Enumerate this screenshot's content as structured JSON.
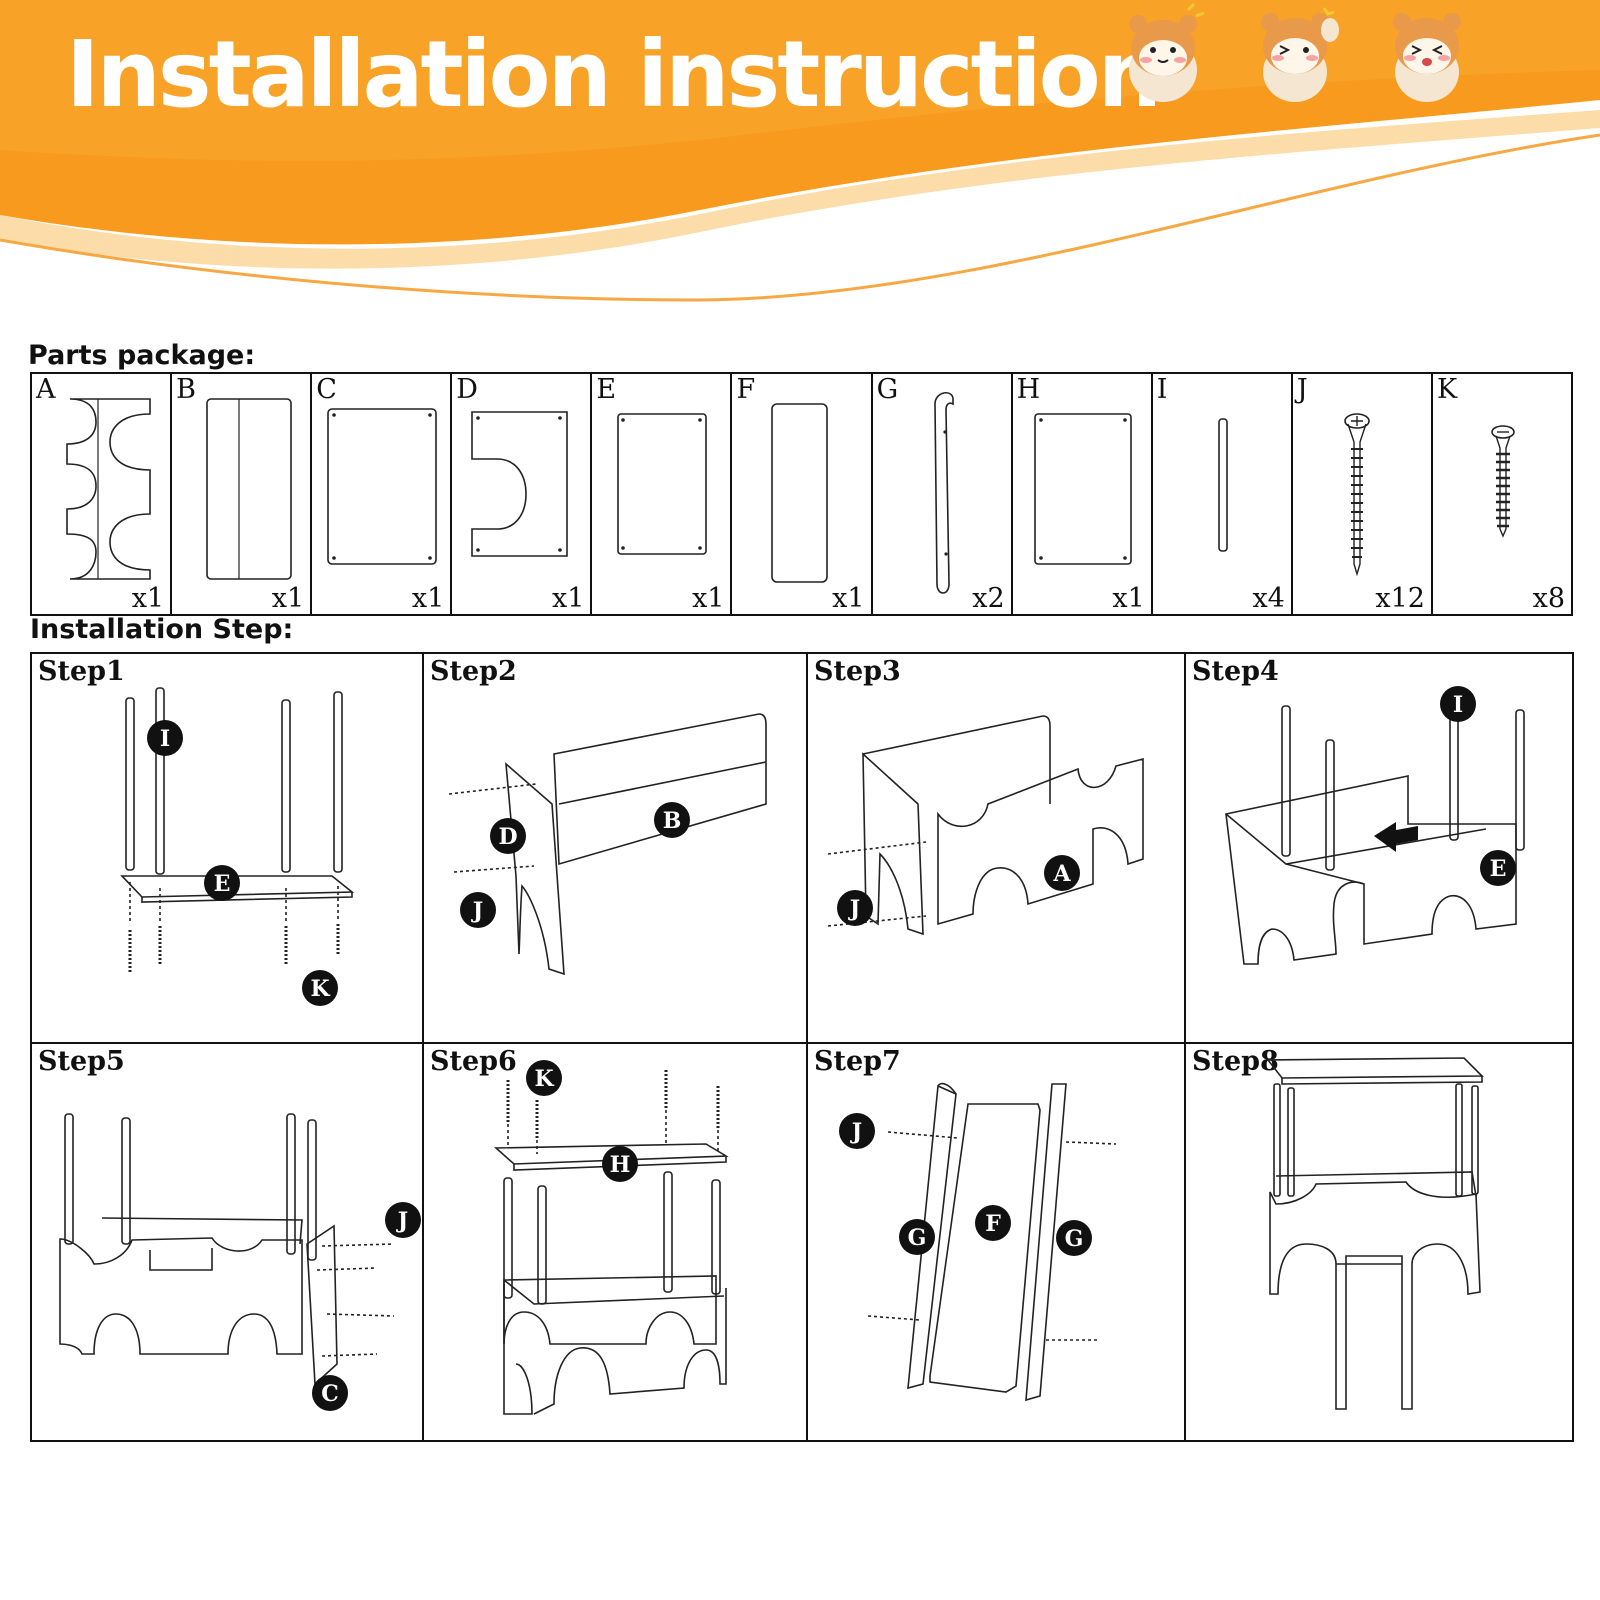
{
  "banner": {
    "title": "Installation instruction",
    "colors": {
      "orange": "#f79a1e",
      "light_orange": "#fcc87a",
      "title": "#ffffff"
    }
  },
  "parts_package": {
    "label": "Parts package:",
    "parts": [
      {
        "letter": "A",
        "qty": "x1"
      },
      {
        "letter": "B",
        "qty": "x1"
      },
      {
        "letter": "C",
        "qty": "x1"
      },
      {
        "letter": "D",
        "qty": "x1"
      },
      {
        "letter": "E",
        "qty": "x1"
      },
      {
        "letter": "F",
        "qty": "x1"
      },
      {
        "letter": "G",
        "qty": "x2"
      },
      {
        "letter": "H",
        "qty": "x1"
      },
      {
        "letter": "I",
        "qty": "x4"
      },
      {
        "letter": "J",
        "qty": "x12"
      },
      {
        "letter": "K",
        "qty": "x8"
      }
    ]
  },
  "installation": {
    "label": "Installation Step:",
    "steps": [
      {
        "title": "Step1",
        "badges": [
          "I",
          "E",
          "K"
        ]
      },
      {
        "title": "Step2",
        "badges": [
          "D",
          "B",
          "J"
        ]
      },
      {
        "title": "Step3",
        "badges": [
          "A",
          "J"
        ]
      },
      {
        "title": "Step4",
        "badges": [
          "I",
          "E"
        ]
      },
      {
        "title": "Step5",
        "badges": [
          "J",
          "C"
        ]
      },
      {
        "title": "Step6",
        "badges": [
          "K",
          "H"
        ]
      },
      {
        "title": "Step7",
        "badges": [
          "J",
          "G",
          "F",
          "G"
        ]
      },
      {
        "title": "Step8",
        "badges": []
      }
    ]
  }
}
